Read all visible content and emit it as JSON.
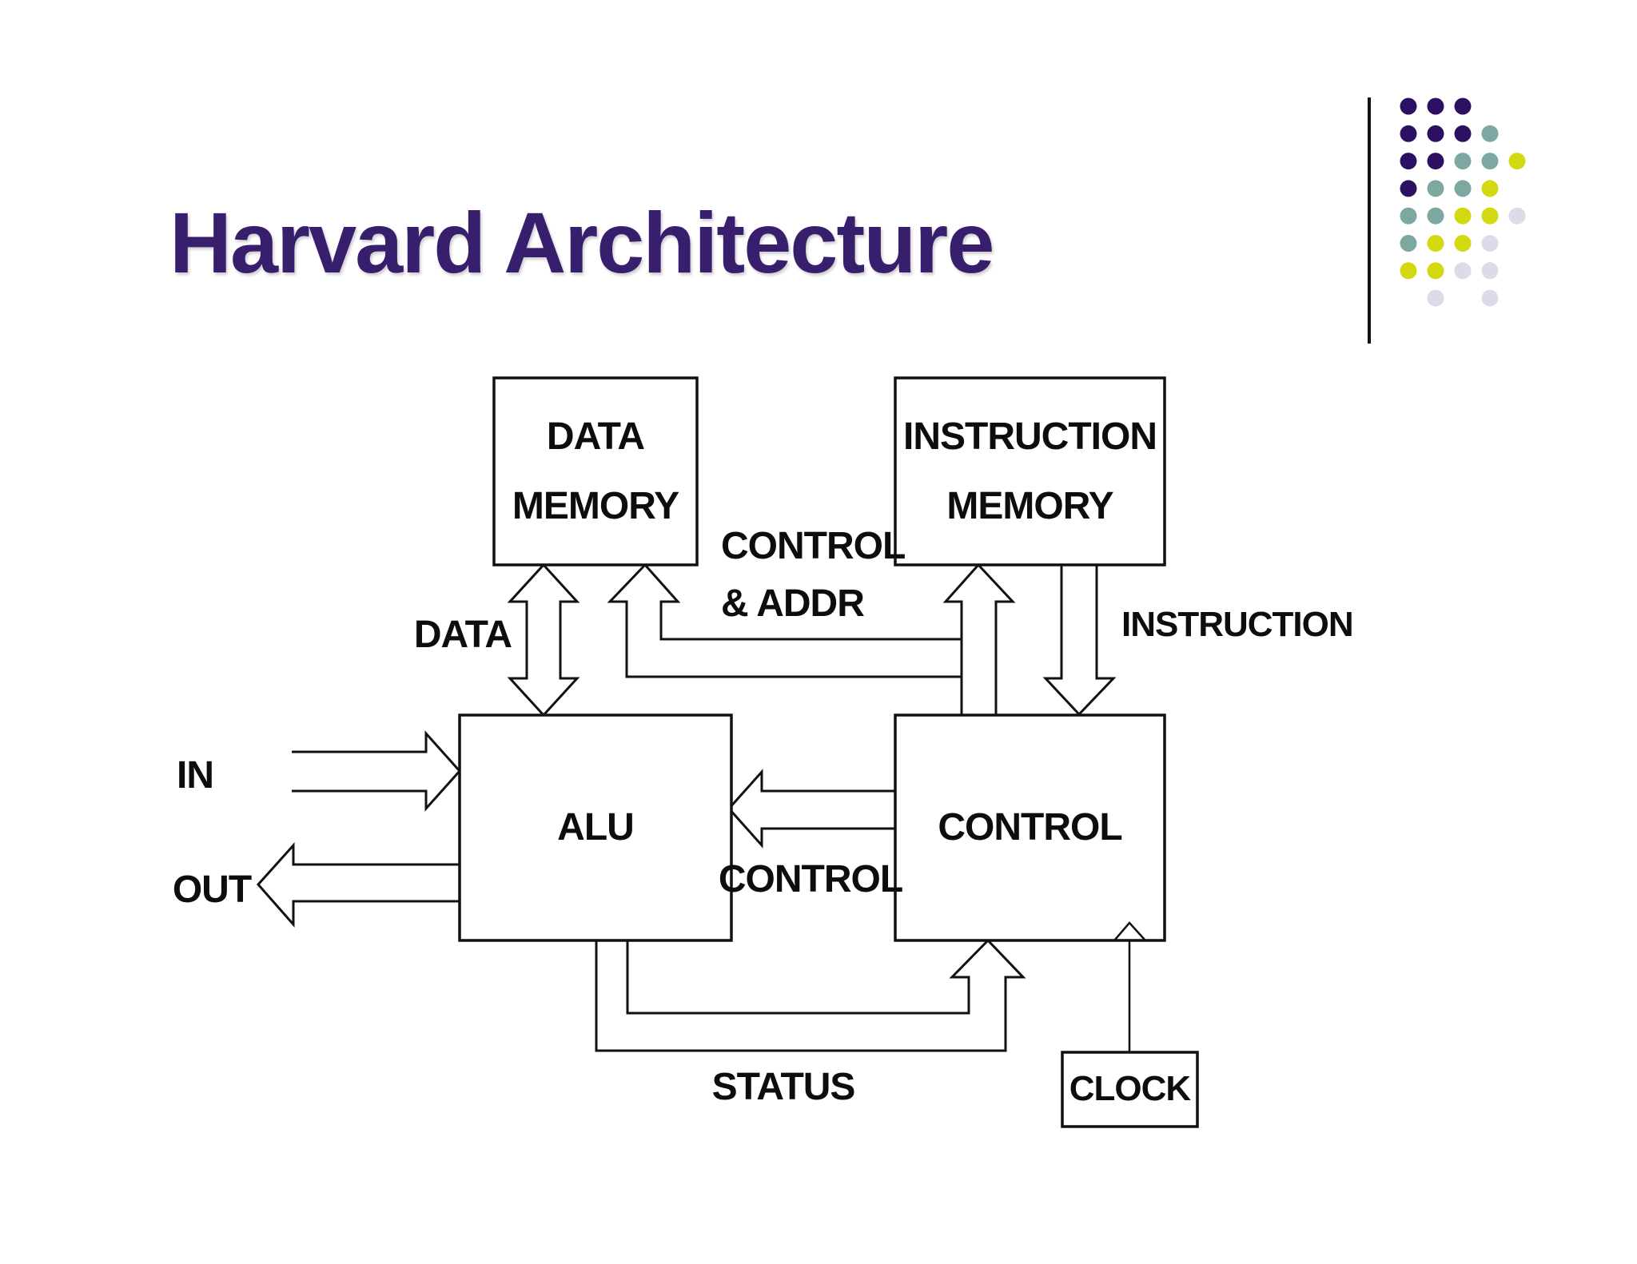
{
  "title": {
    "text": "Harvard Architecture",
    "color": "#381f6d"
  },
  "diagram": {
    "line_color": "#111111",
    "boxes": {
      "data_memory": {
        "line1": "DATA",
        "line2": "MEMORY"
      },
      "instruction_memory": {
        "line1": "INSTRUCTION",
        "line2": "MEMORY"
      },
      "alu": {
        "label": "ALU"
      },
      "control": {
        "label": "CONTROL"
      },
      "clock": {
        "label": "CLOCK"
      }
    },
    "bus_labels": {
      "data": "DATA",
      "control_addr_line1": "CONTROL",
      "control_addr_line2": "& ADDR",
      "instruction": "INSTRUCTION",
      "control": "CONTROL",
      "status": "STATUS",
      "in": "IN",
      "out": "OUT"
    }
  },
  "decoration": {
    "line_color": "#111111",
    "dot_colors": {
      "P": "#2d1062",
      "T": "#7da8a2",
      "Y": "#d2d911",
      "L": "#dcdbe9"
    },
    "dot_rows": [
      "PPP",
      "PPPT",
      "PPTTY",
      "PTTY",
      "TTYYL",
      "TYYL",
      "YYLL",
      " L L"
    ]
  }
}
